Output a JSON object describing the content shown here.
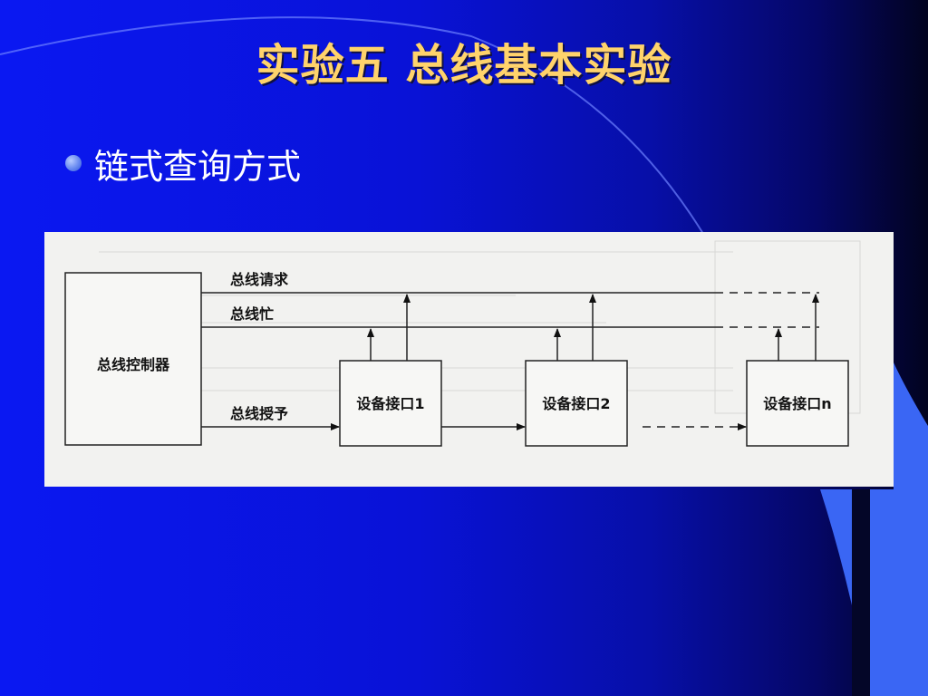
{
  "slide": {
    "title": "实验五 总线基本实验",
    "bullet": "链式查询方式"
  },
  "diagram": {
    "controller": "总线控制器",
    "bus_request": "总线请求",
    "bus_busy": "总线忙",
    "bus_grant": "总线授予",
    "device1": "设备接口1",
    "device2": "设备接口2",
    "devicen": "设备接口n"
  },
  "colors": {
    "title": "#ffd36b",
    "bullet_text": "#ffffff",
    "figure_bg": "#f2f2f0",
    "accent_light_blue": "#3a63f4"
  }
}
